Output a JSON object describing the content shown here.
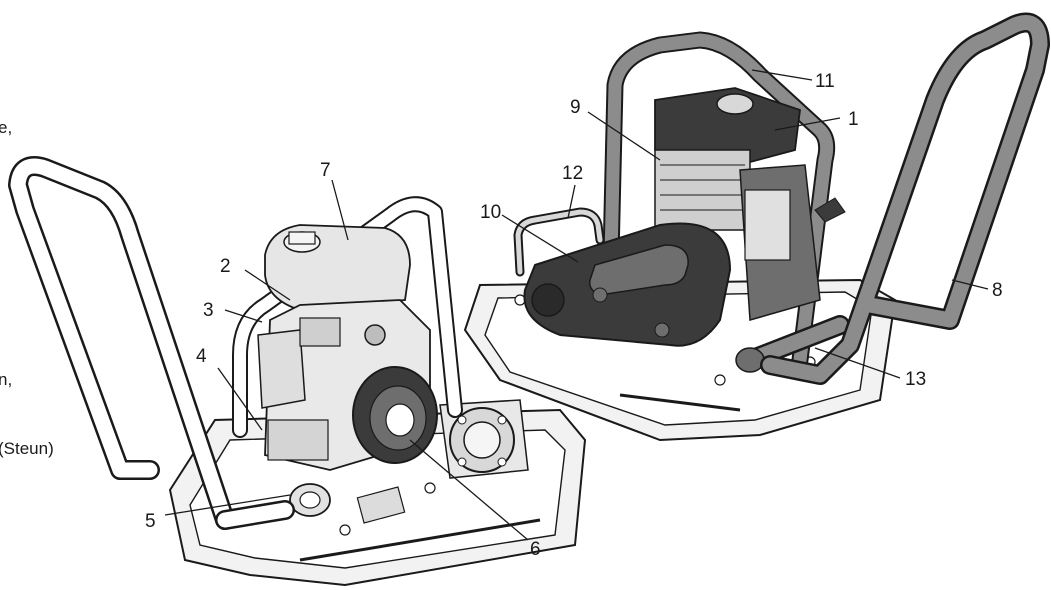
{
  "figure": {
    "cut_text": [
      "e,",
      "n,",
      "(Steun)"
    ],
    "callouts": [
      "1",
      "2",
      "3",
      "4",
      "5",
      "6",
      "7",
      "8",
      "9",
      "10",
      "11",
      "12",
      "13"
    ]
  },
  "colors": {
    "line": "#1a1a1a",
    "frame": "#8c8c8c",
    "body_dark": "#3b3b3b",
    "body_mid": "#6e6e6e",
    "body_light": "#cfcfcf",
    "plate": "#f2f2f2"
  }
}
